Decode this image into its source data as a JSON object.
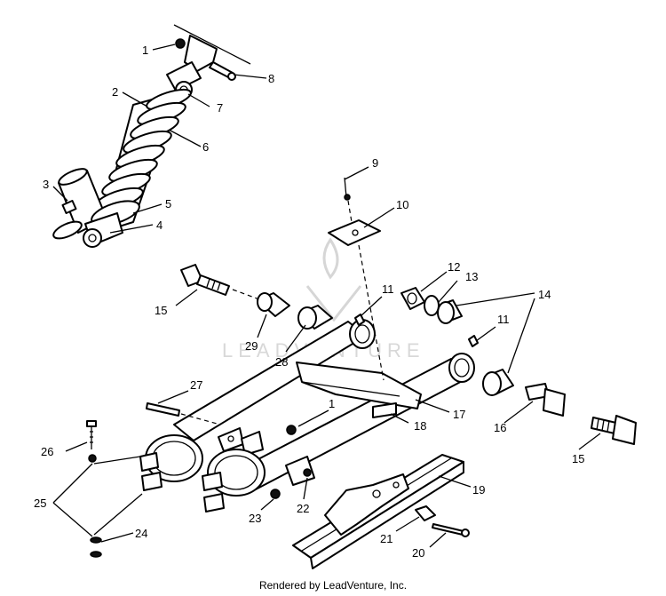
{
  "diagram": {
    "callouts": [
      "1",
      "2",
      "3",
      "4",
      "5",
      "6",
      "7",
      "8",
      "9",
      "10",
      "11",
      "11",
      "12",
      "13",
      "14",
      "15",
      "15",
      "16",
      "17",
      "18",
      "19",
      "20",
      "21",
      "22",
      "23",
      "24",
      "25",
      "26",
      "27",
      "28",
      "29",
      "1"
    ]
  },
  "watermark": {
    "text": "LEADVENTURE"
  },
  "footer": {
    "credit": "Rendered by LeadVenture, Inc."
  }
}
